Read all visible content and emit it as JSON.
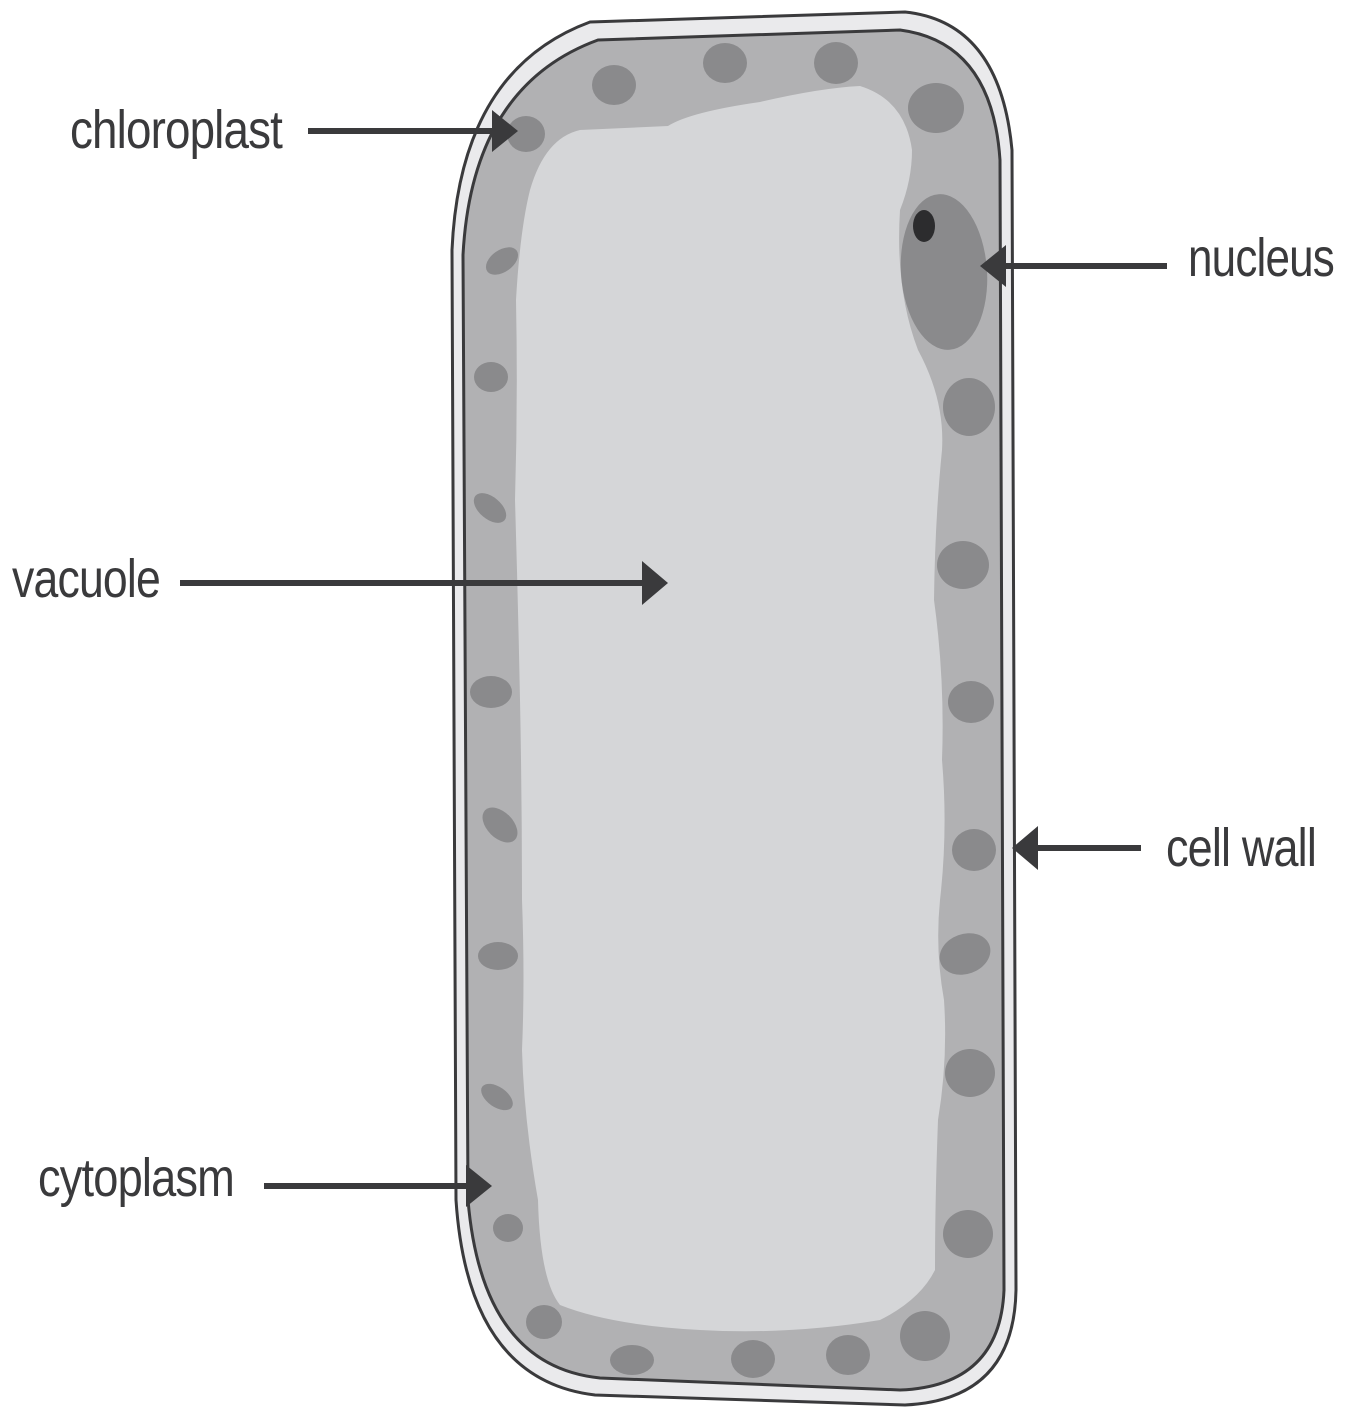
{
  "labels": {
    "chloroplast": "chloroplast",
    "nucleus": "nucleus",
    "vacuole": "vacuole",
    "cell_wall": "cell wall",
    "cytoplasm": "cytoplasm"
  },
  "colors": {
    "outline": "#3a3a3c",
    "wall_fill": "#eaeaec",
    "cytoplasm_fill": "#b1b1b3",
    "vacuole_fill": "#d5d6d8",
    "chloroplast_fill": "#8a8a8c",
    "nucleus_fill": "#8a8a8c",
    "nucleolus_fill": "#2c2c2e",
    "arrow": "#3a3a3c",
    "text": "#3a3a3c"
  }
}
